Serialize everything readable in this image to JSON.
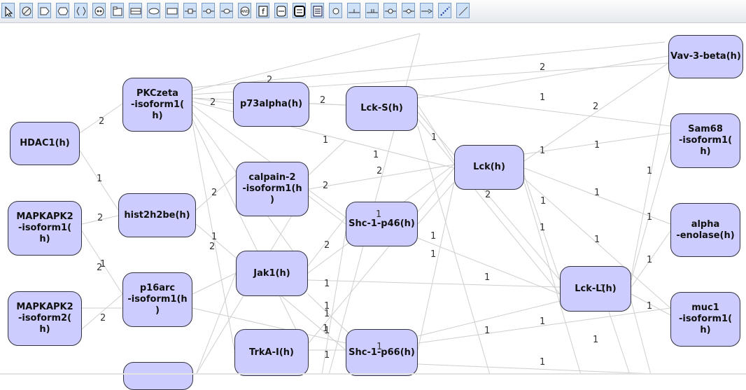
{
  "toolbar": {
    "tools": [
      {
        "name": "select-arrow-icon"
      },
      {
        "name": "no-entry-icon"
      },
      {
        "name": "tag-shape-icon"
      },
      {
        "name": "hexagon-shape-icon"
      },
      {
        "name": "bracket-shape-icon"
      },
      {
        "name": "complex-node-icon"
      },
      {
        "name": "folder-node-icon"
      },
      {
        "name": "rect-bar-node-icon"
      },
      {
        "name": "lens-node-icon"
      },
      {
        "name": "rect-node-icon"
      },
      {
        "name": "line-rect-node-icon"
      },
      {
        "name": "line-circle-node-icon"
      },
      {
        "name": "line-lens-node-icon"
      },
      {
        "name": "and-gate-icon"
      },
      {
        "name": "function-f-icon"
      },
      {
        "name": "compartment-icon"
      },
      {
        "name": "bold-compartment-icon"
      },
      {
        "name": "document-icon"
      },
      {
        "name": "circle-node-icon"
      },
      {
        "name": "edge-tick-icon"
      },
      {
        "name": "edge-double-tick-icon"
      },
      {
        "name": "edge-circle-icon"
      },
      {
        "name": "edge-diamond-icon"
      },
      {
        "name": "edge-arrow-icon"
      },
      {
        "name": "dotted-line-icon"
      },
      {
        "name": "plain-line-icon"
      }
    ]
  },
  "nodes": [
    {
      "id": "hdac1",
      "label": "HDAC1(h)"
    },
    {
      "id": "mapkapk2-iso1",
      "label": "MAPKAPK2\n-isoform1(\nh)"
    },
    {
      "id": "mapkapk2-iso2",
      "label": "MAPKAPK2\n-isoform2(\nh)"
    },
    {
      "id": "pkczeta",
      "label": "PKCzeta\n-isoform1(\nh)"
    },
    {
      "id": "hist2h2be",
      "label": "hist2h2be(h)"
    },
    {
      "id": "p16arc",
      "label": "p16arc\n-isoform1(h\n)"
    },
    {
      "id": "col2-bottom",
      "label": ""
    },
    {
      "id": "p73alpha",
      "label": "p73alpha(h)"
    },
    {
      "id": "calpain2",
      "label": "calpain-2\n-isoform1(h\n)"
    },
    {
      "id": "jak1",
      "label": "Jak1(h)"
    },
    {
      "id": "trka",
      "label": "TrkA-I(h)"
    },
    {
      "id": "lck-s",
      "label": "Lck-S(h)"
    },
    {
      "id": "shc1-p46",
      "label": "Shc-1-p46(h)"
    },
    {
      "id": "shc1-p66",
      "label": "Shc-1-p66(h)"
    },
    {
      "id": "lck",
      "label": "Lck(h)"
    },
    {
      "id": "lck-l",
      "label": "Lck-L(h)"
    },
    {
      "id": "vav3",
      "label": "Vav-3-beta(h)"
    },
    {
      "id": "sam68",
      "label": "Sam68\n-isoform1(\nh)"
    },
    {
      "id": "alpha-enolase",
      "label": "alpha\n-enolase(h)"
    },
    {
      "id": "muc1",
      "label": "muc1\n-isoform1(\nh)"
    }
  ],
  "edge_labels": [
    "2",
    "1",
    "2",
    "2",
    "1",
    "2",
    "2",
    "2",
    "2",
    "1",
    "2",
    "1",
    "2",
    "2",
    "1",
    "2",
    "1",
    "2",
    "1",
    "1",
    "1",
    "1",
    "1",
    "1",
    "1",
    "1",
    "1",
    "1",
    "1",
    "1",
    "2",
    "2",
    "1",
    "2",
    "1",
    "1",
    "1",
    "1",
    "1",
    "1",
    "1",
    "1",
    "1",
    "1",
    "1",
    "1",
    "1",
    "1"
  ]
}
